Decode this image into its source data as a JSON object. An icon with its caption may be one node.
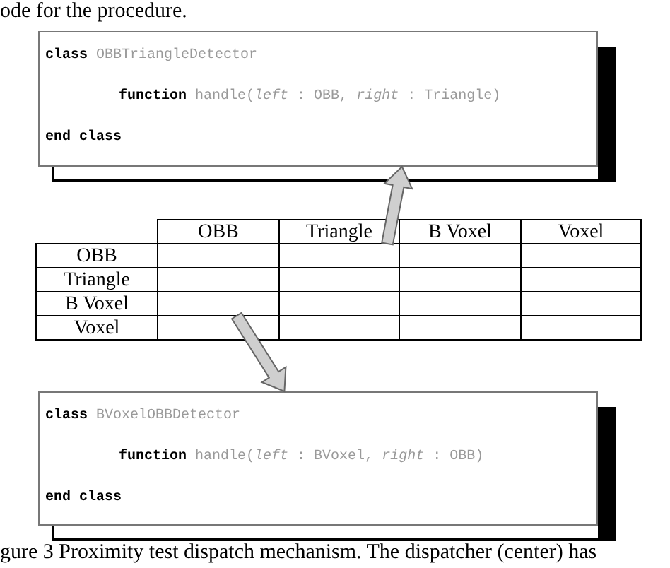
{
  "diagram": {
    "caption": "gure 3  Proximity test dispatch mechanism. The dispatcher (center) has",
    "nodes": [
      {
        "text": [
          "**class** OBBTriangleDetector",
          "**function** handle(*left* : OBB, *right* : Triangle)",
          "end class"
        ]
      },
      {
        "text": [],
        "shape": "box"
      },
      {
        "text": [],
        "shape": "box"
      },
      {
        "text": [
          "**class** BVoxelOBBDetector",
          "**function** handle(*left* : BVoxel, *right* : OBB)",
          "end class"
        ]
      }
    ],
    "edges": [
      {
        "from": 1,
        "to": 0,
        "arrow": "to",
        "style": "thick"
      },
      {
        "from": 2,
        "to": 3,
        "arrow": "to",
        "style": "thick"
      }
    ],
    "labels": [
      "ode for the procedure.",
      "OBB",
      "Triangle",
      "B Voxel",
      "Voxel",
      "OBB",
      "Triangle",
      "B Voxel",
      "Voxel"
    ]
  }
}
